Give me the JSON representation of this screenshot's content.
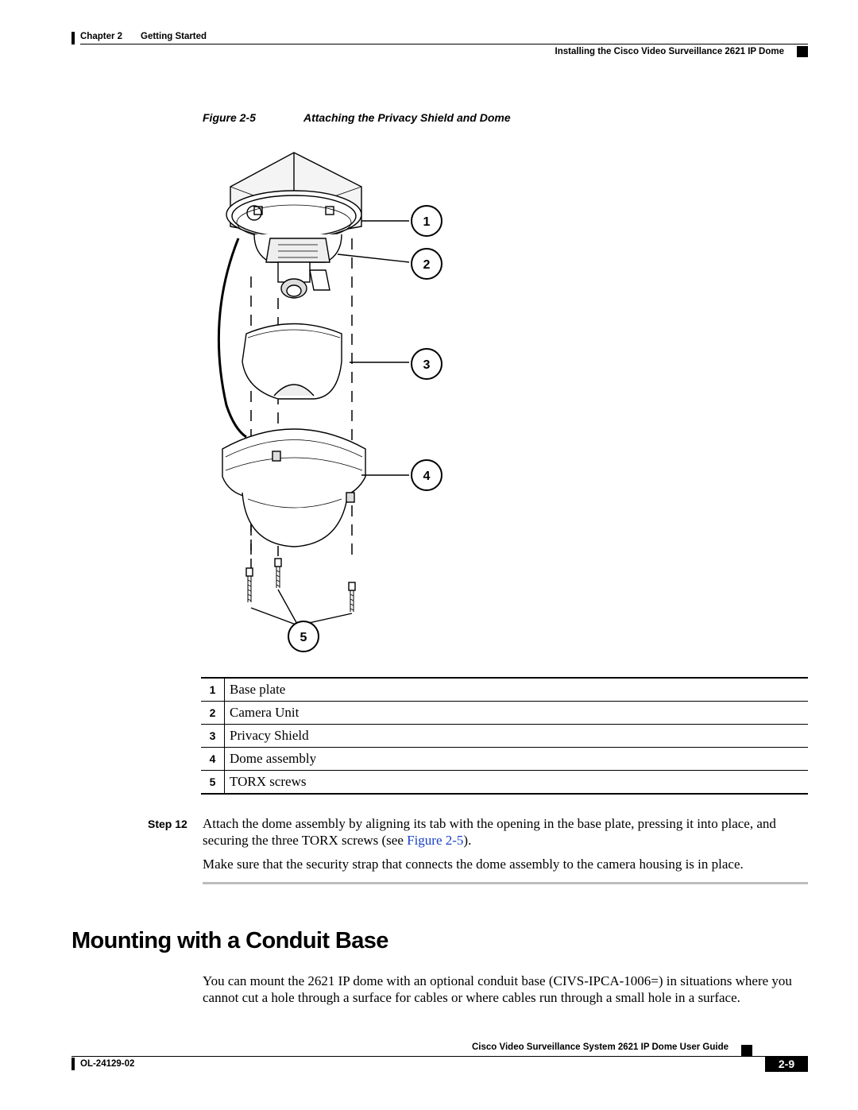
{
  "header": {
    "chapter": "Chapter 2",
    "chapter_title": "Getting Started",
    "section": "Installing the Cisco Video Surveillance 2621 IP Dome"
  },
  "figure": {
    "label": "Figure 2-5",
    "title": "Attaching the Privacy Shield and Dome",
    "callout_numbers": [
      "1",
      "2",
      "3",
      "4",
      "5"
    ]
  },
  "callouts": [
    {
      "num": "1",
      "text": "Base plate"
    },
    {
      "num": "2",
      "text": "Camera Unit"
    },
    {
      "num": "3",
      "text": "Privacy Shield"
    },
    {
      "num": "4",
      "text": "Dome assembly"
    },
    {
      "num": "5",
      "text": "TORX screws"
    }
  ],
  "step": {
    "label": "Step 12",
    "text_before_link": "Attach the dome assembly by aligning its tab with the opening in the base plate, pressing it into place, and securing the three TORX screws (see ",
    "link_text": "Figure 2-5",
    "text_after_link": ").",
    "note": "Make sure that the security strap that connects the dome assembly to the camera housing is in place."
  },
  "section": {
    "title": "Mounting with a Conduit Base",
    "body": "You can mount the 2621 IP dome with an optional conduit base (CIVS-IPCA-1006=) in situations where you cannot cut a hole through a surface for cables or where cables run through a small hole in a surface."
  },
  "footer": {
    "guide_title": "Cisco Video Surveillance System 2621 IP Dome User Guide",
    "doc_number": "OL-24129-02",
    "page_number": "2-9"
  }
}
